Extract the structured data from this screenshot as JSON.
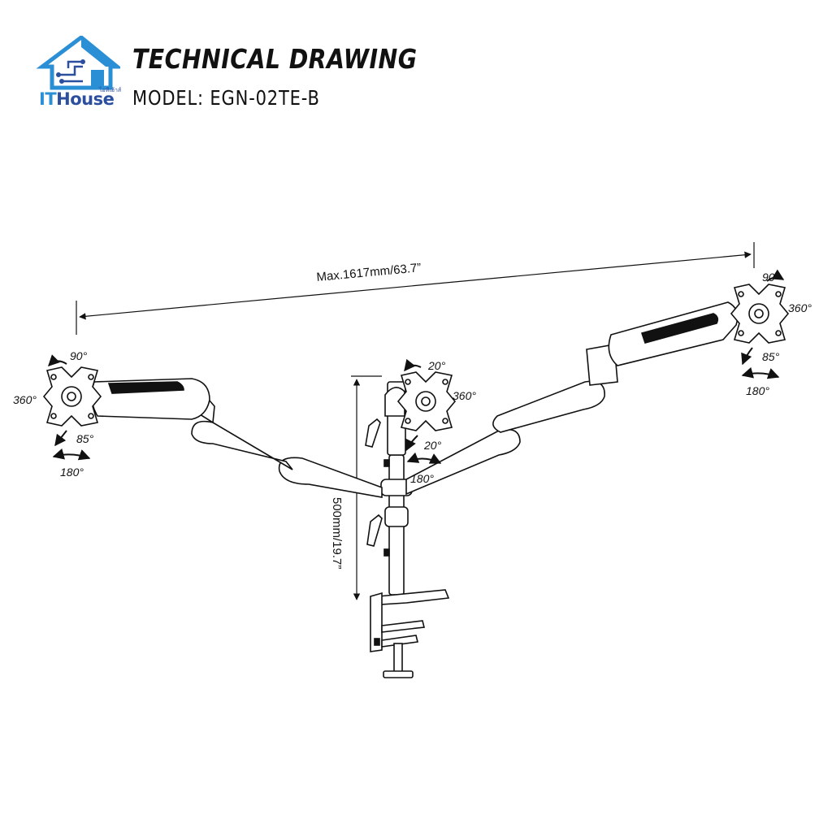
{
  "header": {
    "logo_it": "IT",
    "logo_house": "House",
    "logo_thai": "ไอทีเฮ้าส์",
    "title": "TECHNICAL DRAWING",
    "model": "MODEL: EGN-02TE-B"
  },
  "dimensions": {
    "width": "Max.1617mm/63.7”",
    "height": "500mm/19.7”"
  },
  "left_head": {
    "tilt_up": "90°",
    "rotate": "360°",
    "tilt_down": "85°",
    "swivel": "180°"
  },
  "center_head": {
    "tilt_up": "20°",
    "rotate": "360°",
    "tilt_down": "20°",
    "swivel": "180°"
  },
  "right_head": {
    "tilt_up": "90°",
    "rotate": "360°",
    "tilt_down": "85°",
    "swivel": "180°"
  }
}
